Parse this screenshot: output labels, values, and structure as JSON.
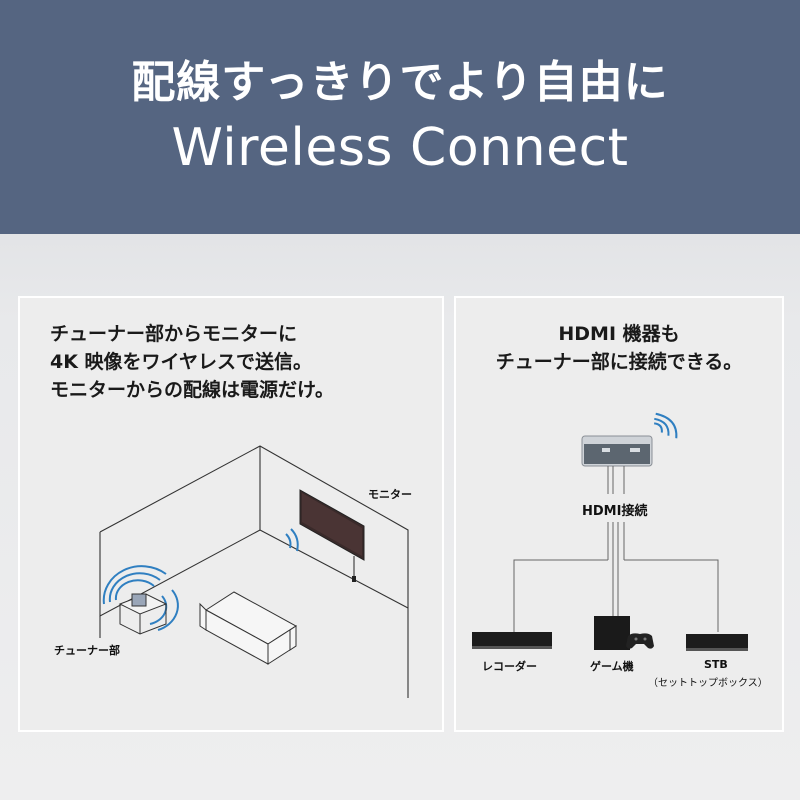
{
  "header": {
    "title_line1": "配線すっきりでより自由に",
    "title_line2": "Wireless Connect"
  },
  "left_panel": {
    "text_lines": [
      "チューナー部からモニターに",
      "4K 映像をワイヤレスで送信。",
      "モニターからの配線は電源だけ。"
    ],
    "label_monitor": "モニター",
    "label_tuner": "チューナー部"
  },
  "right_panel": {
    "text_lines": [
      "HDMI 機器も",
      "チューナー部に接続できる。"
    ],
    "label_hdmi": "HDMI接続",
    "devices": [
      {
        "label": "レコーダー",
        "sublabel": ""
      },
      {
        "label": "ゲーム機",
        "sublabel": ""
      },
      {
        "label": "STB",
        "sublabel": "（セットトップボックス）"
      }
    ]
  },
  "colors": {
    "header_bg": "#556581",
    "header_text": "#ffffff",
    "panel_bg": "#ededed",
    "wave_blue": "#2f7fc1"
  }
}
